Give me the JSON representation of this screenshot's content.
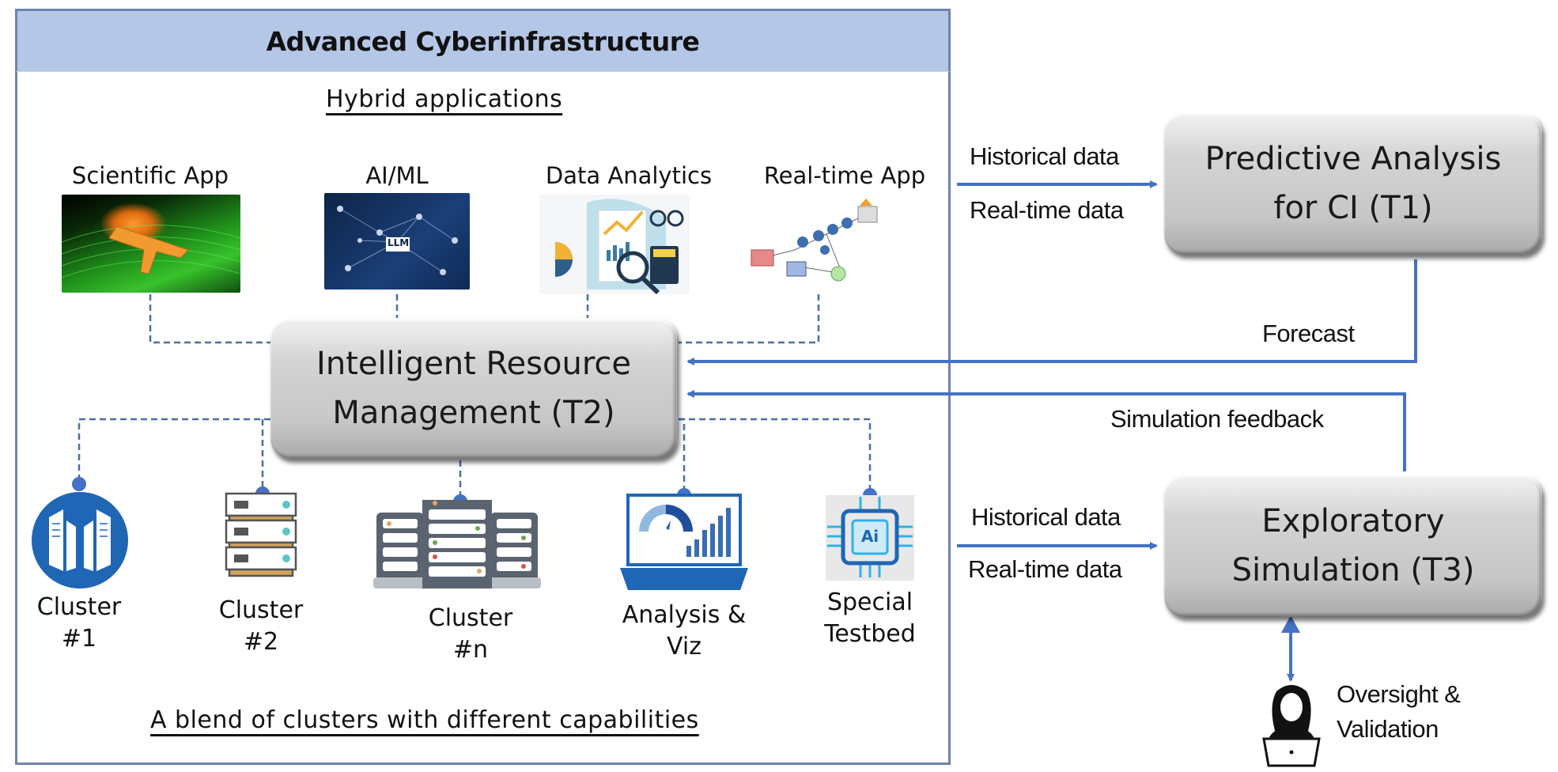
{
  "container": {
    "title": "Advanced Cyberinfrastructure",
    "apps_heading": "Hybrid applications",
    "clusters_caption": "A blend of clusters with different capabilities"
  },
  "apps": [
    {
      "label": "Scientific App",
      "icon": "aircraft-simulation-image"
    },
    {
      "label": "AI/ML",
      "icon": "llm-network-image",
      "badge": "LLM"
    },
    {
      "label": "Data Analytics",
      "icon": "data-analytics-image"
    },
    {
      "label": "Real-time App",
      "icon": "workflow-diagram-image"
    }
  ],
  "boxes": {
    "t2": {
      "line1": "Intelligent Resource",
      "line2": "Management  (T2)"
    },
    "t1": {
      "line1": "Predictive Analysis",
      "line2": "for CI  (T1)"
    },
    "t3": {
      "line1": "Exploratory",
      "line2": "Simulation (T3)"
    }
  },
  "resources": [
    {
      "line1": "Cluster",
      "line2": "#1",
      "icon": "datacenter-circle-icon"
    },
    {
      "line1": "Cluster",
      "line2": "#2",
      "icon": "server-stack-icon"
    },
    {
      "line1": "Cluster",
      "line2": "#n",
      "icon": "server-rack-icon"
    },
    {
      "line1": "Analysis &",
      "line2": "Viz",
      "icon": "laptop-dashboard-icon"
    },
    {
      "line1": "Special",
      "line2": "Testbed",
      "icon": "ai-chip-icon",
      "badge": "Ai"
    }
  ],
  "flows": {
    "t1_in_top": "Historical data",
    "t1_in_bottom": "Real-time data",
    "t3_in_top": "Historical data",
    "t3_in_bottom": "Real-time data",
    "forecast": "Forecast",
    "simulation_feedback": "Simulation feedback"
  },
  "human": {
    "line1": "Oversight &",
    "line2": "Validation",
    "icon": "person-laptop-icon"
  },
  "colors": {
    "header": "#b4c7e7",
    "border": "#6f84ad",
    "arrow": "#4472c4",
    "dashed": "#4a6fa5",
    "icon_blue": "#1f66b5"
  }
}
